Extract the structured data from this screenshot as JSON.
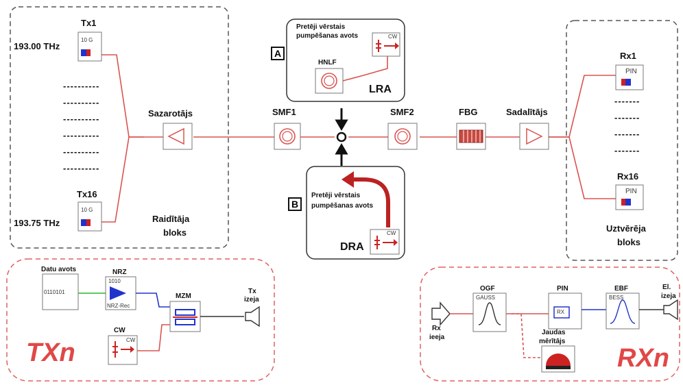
{
  "transmitter": {
    "tx1_label": "Tx1",
    "tx16_label": "Tx16",
    "tx1_freq": "193.00 THz",
    "tx16_freq": "193.75 THz",
    "tx_module_text": "10 G",
    "dots": "----------",
    "block_label_1": "Raidītāja",
    "block_label_2": "bloks"
  },
  "combiner_label": "Sazarotājs",
  "splitter_label": "Sadalītājs",
  "smf1_label": "SMF1",
  "smf2_label": "SMF2",
  "fbg_label": "FBG",
  "lra": {
    "tag": "A",
    "title_1": "Pretēji vērstais",
    "title_2": "pumpēšanas avots",
    "hnlf_label": "HNLF",
    "name": "LRA",
    "cw_text": "CW"
  },
  "dra": {
    "tag": "B",
    "title_1": "Pretēji vērstais",
    "title_2": "pumpēšanas avots",
    "name": "DRA",
    "cw_text": "CW"
  },
  "receiver": {
    "rx1_label": "Rx1",
    "rx16_label": "Rx16",
    "pin_text": "PIN",
    "dots": "-------",
    "block_label_1": "Uztvērēja",
    "block_label_2": "bloks"
  },
  "txn": {
    "title": "TXn",
    "data_source_label": "Datu avots",
    "data_bits": "0110101",
    "nrz_label": "NRZ",
    "nrz_sublabel": "NRZ-Rec",
    "nrz_inner": "1010",
    "mzm_label": "MZM",
    "cw_label": "CW",
    "cw_text": "CW",
    "tx_out_1": "Tx",
    "tx_out_2": "izeja"
  },
  "rxn": {
    "title": "RXn",
    "rx_in_1": "Rx",
    "rx_in_2": "ieeja",
    "ogf_label": "OGF",
    "ogf_inner": "GAUSS",
    "pin_label": "PIN",
    "pin_inner": "RX",
    "ebf_label": "EBF",
    "ebf_inner": "BESS",
    "out_1": "El.",
    "out_2": "izeja",
    "meter_1": "Jaudas",
    "meter_2": "mērītājs"
  },
  "colors": {
    "red_link": "#d9534f",
    "blue_link": "#2233cc",
    "green_link": "#22bb22",
    "dash_gray": "#555555",
    "dash_red": "#e06060"
  }
}
